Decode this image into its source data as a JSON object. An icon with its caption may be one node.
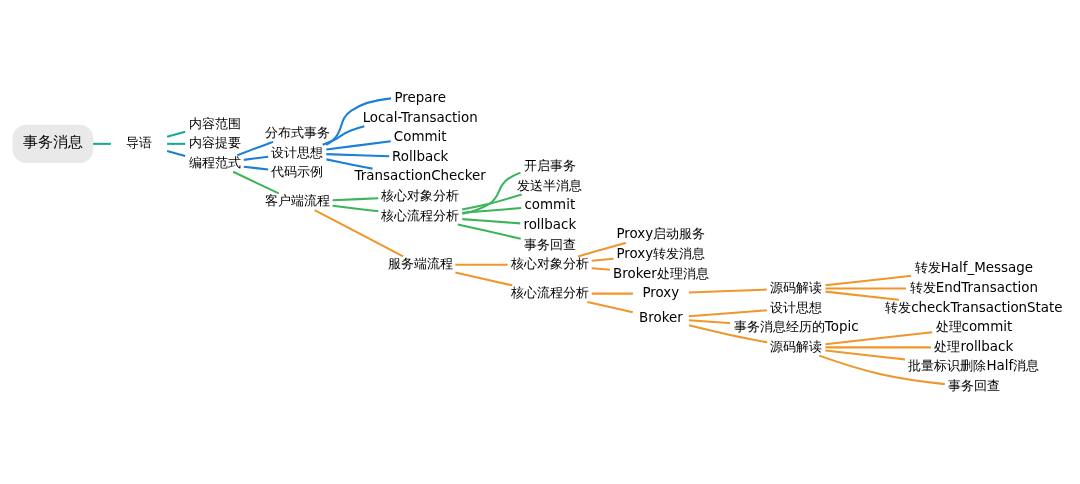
{
  "diagram": {
    "nodes": [
      {
        "text": [
          "事务消息"
        ]
      },
      {
        "text": [
          "导语"
        ]
      },
      {
        "text": [
          "内容范围"
        ]
      },
      {
        "text": [
          "内容提要"
        ]
      },
      {
        "text": [
          "编程范式"
        ]
      },
      {
        "text": [
          "分布式事务"
        ]
      },
      {
        "text": [
          "设计思想"
        ]
      },
      {
        "text": [
          "Prepare"
        ]
      },
      {
        "text": [
          "Local-Transaction"
        ]
      },
      {
        "text": [
          "Commit"
        ]
      },
      {
        "text": [
          "Rollback"
        ]
      },
      {
        "text": [
          "TransactionChecker"
        ]
      },
      {
        "text": [
          "代码示例"
        ]
      },
      {
        "text": [
          "客户端流程"
        ]
      },
      {
        "text": [
          "核心对象分析"
        ]
      },
      {
        "text": [
          "核心流程分析"
        ]
      },
      {
        "text": [
          "开启事务"
        ]
      },
      {
        "text": [
          "发送半消息"
        ]
      },
      {
        "text": [
          "commit"
        ]
      },
      {
        "text": [
          "rollback"
        ]
      },
      {
        "text": [
          "事务回查"
        ]
      },
      {
        "text": [
          "服务端流程"
        ]
      },
      {
        "text": [
          "核心对象分析"
        ]
      },
      {
        "text": [
          "Proxy启动服务"
        ]
      },
      {
        "text": [
          "Proxy转发消息"
        ]
      },
      {
        "text": [
          "Broker处理消息"
        ]
      },
      {
        "text": [
          "核心流程分析"
        ]
      },
      {
        "text": [
          "Proxy"
        ]
      },
      {
        "text": [
          "源码解读"
        ]
      },
      {
        "text": [
          "转发Half_Message"
        ]
      },
      {
        "text": [
          "转发EndTransaction"
        ]
      },
      {
        "text": [
          "转发checkTransactionState"
        ]
      },
      {
        "text": [
          "Broker"
        ]
      },
      {
        "text": [
          "设计思想"
        ]
      },
      {
        "text": [
          "事务消息经历的Topic"
        ]
      },
      {
        "text": [
          "源码解读"
        ]
      },
      {
        "text": [
          "处理commit"
        ]
      },
      {
        "text": [
          "处理rollback"
        ]
      },
      {
        "text": [
          "批量标识删除Half消息"
        ]
      },
      {
        "text": [
          "事务回查"
        ]
      }
    ],
    "edges": [
      {
        "from": 0,
        "to": 1,
        "arrow": "none",
        "color": "#1aa89c"
      },
      {
        "from": 1,
        "to": 2,
        "arrow": "none",
        "color": "#1aa89c"
      },
      {
        "from": 1,
        "to": 3,
        "arrow": "none",
        "color": "#1aa89c"
      },
      {
        "from": 1,
        "to": 4,
        "arrow": "none",
        "color": "#1a7fd6"
      },
      {
        "from": 4,
        "to": 5,
        "arrow": "none",
        "color": "#1a7fd6"
      },
      {
        "from": 4,
        "to": 6,
        "arrow": "none",
        "color": "#1a7fd6"
      },
      {
        "from": 6,
        "to": 7,
        "arrow": "none",
        "color": "#1a7fd6"
      },
      {
        "from": 6,
        "to": 8,
        "arrow": "none",
        "color": "#1a7fd6"
      },
      {
        "from": 6,
        "to": 9,
        "arrow": "none",
        "color": "#1a7fd6"
      },
      {
        "from": 6,
        "to": 10,
        "arrow": "none",
        "color": "#1a7fd6"
      },
      {
        "from": 6,
        "to": 11,
        "arrow": "none",
        "color": "#1a7fd6"
      },
      {
        "from": 4,
        "to": 12,
        "arrow": "none",
        "color": "#1a7fd6"
      },
      {
        "from": 4,
        "to": 13,
        "arrow": "none",
        "color": "#3cb55a"
      },
      {
        "from": 13,
        "to": 14,
        "arrow": "none",
        "color": "#3cb55a"
      },
      {
        "from": 13,
        "to": 15,
        "arrow": "none",
        "color": "#3cb55a"
      },
      {
        "from": 15,
        "to": 16,
        "arrow": "none",
        "color": "#3cb55a"
      },
      {
        "from": 15,
        "to": 17,
        "arrow": "none",
        "color": "#3cb55a"
      },
      {
        "from": 15,
        "to": 18,
        "arrow": "none",
        "color": "#3cb55a"
      },
      {
        "from": 15,
        "to": 19,
        "arrow": "none",
        "color": "#3cb55a"
      },
      {
        "from": 15,
        "to": 20,
        "arrow": "none",
        "color": "#3cb55a"
      },
      {
        "from": 13,
        "to": 21,
        "arrow": "none"
      },
      {
        "from": 21,
        "to": 22,
        "arrow": "none"
      },
      {
        "from": 22,
        "to": 23,
        "arrow": "none"
      },
      {
        "from": 22,
        "to": 24,
        "arrow": "none"
      },
      {
        "from": 22,
        "to": 25,
        "arrow": "none"
      },
      {
        "from": 21,
        "to": 26,
        "arrow": "none"
      },
      {
        "from": 26,
        "to": 27,
        "arrow": "none"
      },
      {
        "from": 27,
        "to": 28,
        "arrow": "none"
      },
      {
        "from": 28,
        "to": 29,
        "arrow": "none"
      },
      {
        "from": 28,
        "to": 30,
        "arrow": "none"
      },
      {
        "from": 28,
        "to": 31,
        "arrow": "none"
      },
      {
        "from": 26,
        "to": 32,
        "arrow": "none"
      },
      {
        "from": 32,
        "to": 33,
        "arrow": "none"
      },
      {
        "from": 32,
        "to": 34,
        "arrow": "none"
      },
      {
        "from": 32,
        "to": 35,
        "arrow": "none"
      },
      {
        "from": 35,
        "to": 36,
        "arrow": "none"
      },
      {
        "from": 35,
        "to": 37,
        "arrow": "none"
      },
      {
        "from": 35,
        "to": 38,
        "arrow": "none"
      },
      {
        "from": 35,
        "to": 39,
        "arrow": "none"
      }
    ]
  }
}
